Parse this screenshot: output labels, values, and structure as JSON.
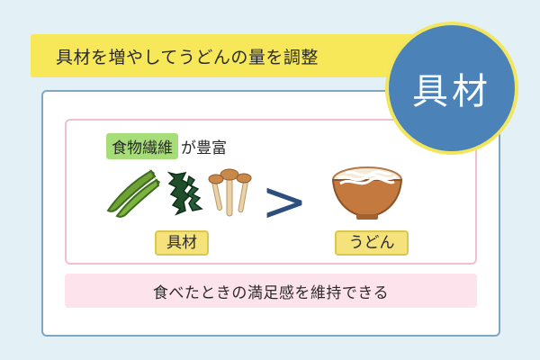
{
  "banner": {
    "text": "具材を増やしてうどんの量を調整"
  },
  "badge": {
    "text": "具材"
  },
  "content": {
    "fiber_highlight": "食物繊維",
    "fiber_rest": "が豊富",
    "ingredients_label": "具材",
    "comparison_symbol": ">",
    "udon_label": "うどん",
    "note": "食べたときの満足感を維持できる"
  },
  "colors": {
    "banner": "#f7e85a",
    "badge": "#4b83b9",
    "badge_border": "#f2e65e",
    "card_border": "#7fa7c1",
    "inner_border": "#f2bfcf",
    "fiber_highlight": "#a7dd78",
    "tag": "#f5e27a",
    "note_bg": "#fde4ec",
    "arrow": "#2c4f7c"
  },
  "icons": [
    "okra-icon",
    "wakame-seaweed-icon",
    "mushroom-icon",
    "udon-bowl-icon"
  ]
}
